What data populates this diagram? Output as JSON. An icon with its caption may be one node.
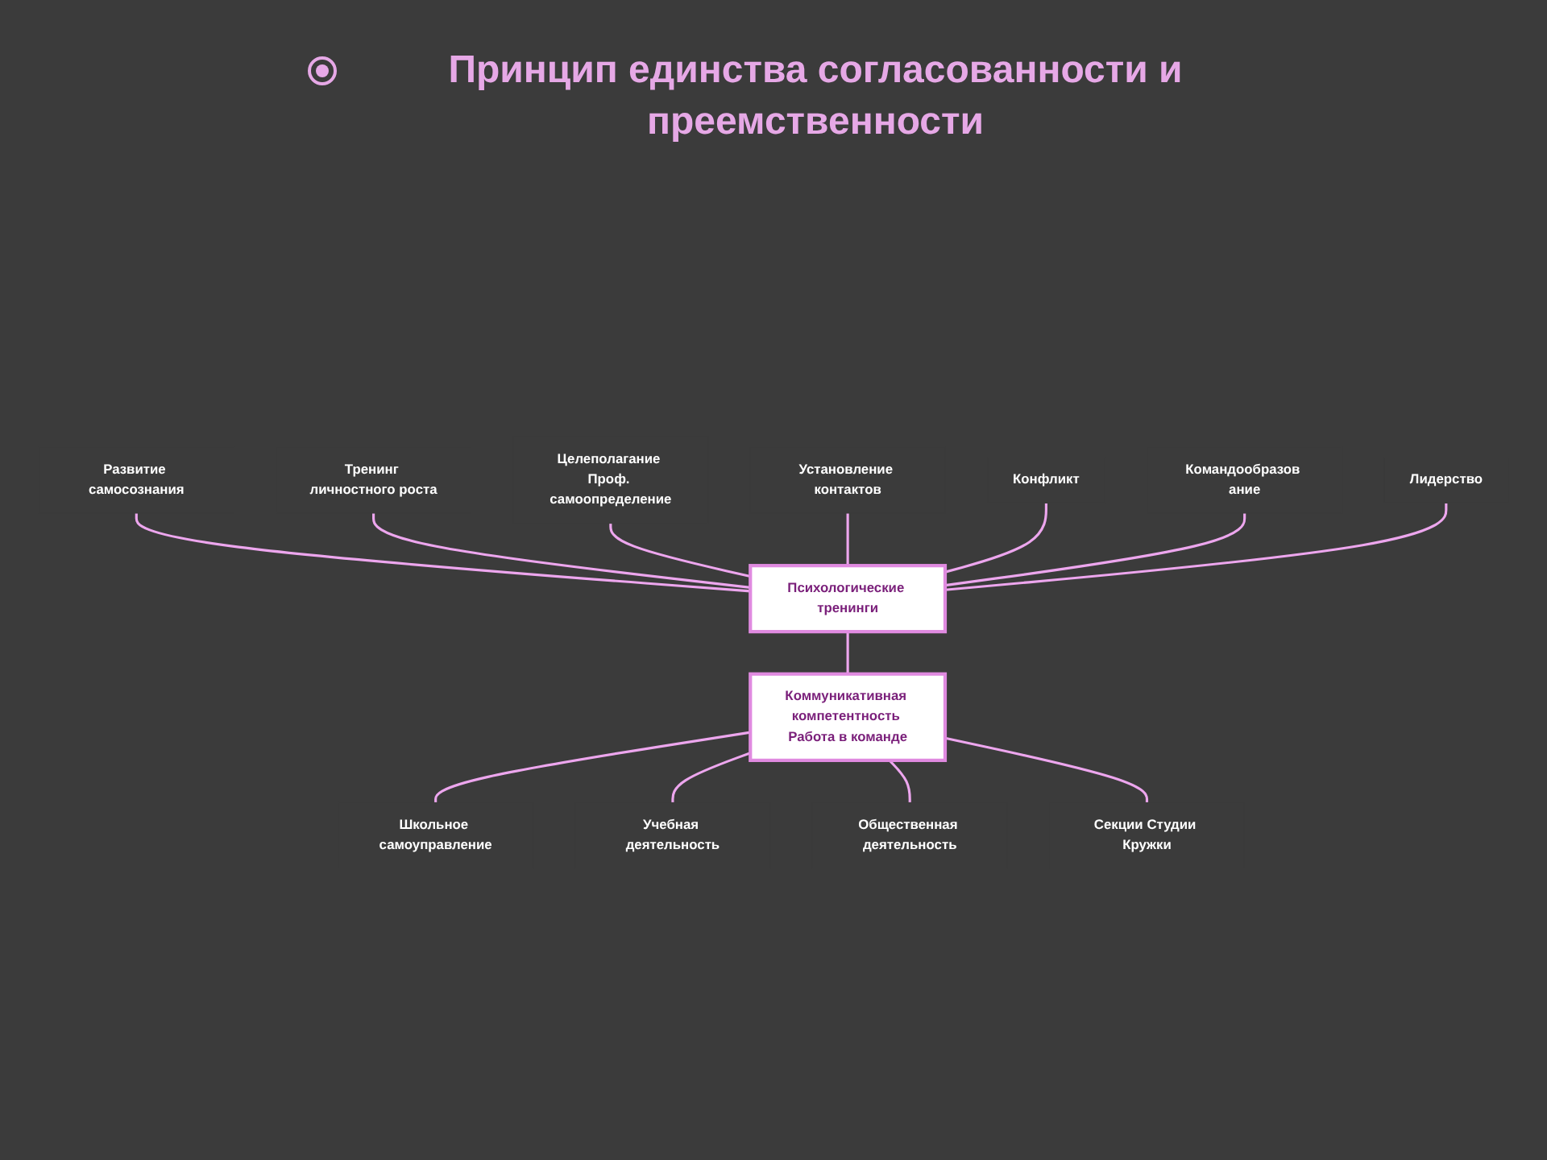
{
  "diagram": {
    "title": "Принцип единства согласованности и преемственности",
    "nodes": [
      {
        "text": [
          "Развитие самосознания"
        ]
      },
      {
        "text": [
          "Установление контактов"
        ]
      },
      {
        "text": [
          "Тренинг личностного роста"
        ]
      },
      {
        "text": [
          "Конфликт"
        ]
      },
      {
        "text": [
          "Командообразов ание"
        ]
      },
      {
        "text": [
          "Целеполагание Проф. самоопределение"
        ]
      },
      {
        "text": [
          "Лидерство"
        ]
      },
      {
        "text": [
          "Психологические тренинги"
        ]
      },
      {
        "text": [
          "Школьное самоуправление"
        ]
      },
      {
        "text": [
          "Коммуникативная компетентность Работа в команде"
        ]
      },
      {
        "text": [
          "Учебная деятельность"
        ]
      },
      {
        "text": [
          "Общественная деятельность"
        ]
      },
      {
        "text": [
          "Секции Студии Кружки"
        ]
      }
    ],
    "edges": [
      {
        "from": 0,
        "to": 7,
        "arrow": "none"
      },
      {
        "from": 2,
        "to": 7,
        "arrow": "none"
      },
      {
        "from": 5,
        "to": 7,
        "arrow": "none"
      },
      {
        "from": 1,
        "to": 7,
        "arrow": "none"
      },
      {
        "from": 3,
        "to": 7,
        "arrow": "none"
      },
      {
        "from": 4,
        "to": 7,
        "arrow": "none"
      },
      {
        "from": 6,
        "to": 7,
        "arrow": "none"
      },
      {
        "from": 7,
        "to": 9,
        "arrow": "none"
      },
      {
        "from": 8,
        "to": 9,
        "arrow": "none"
      },
      {
        "from": 10,
        "to": 9,
        "arrow": "none"
      },
      {
        "from": 9,
        "to": 11,
        "arrow": "none"
      },
      {
        "from": 9,
        "to": 12,
        "arrow": "none"
      }
    ]
  }
}
